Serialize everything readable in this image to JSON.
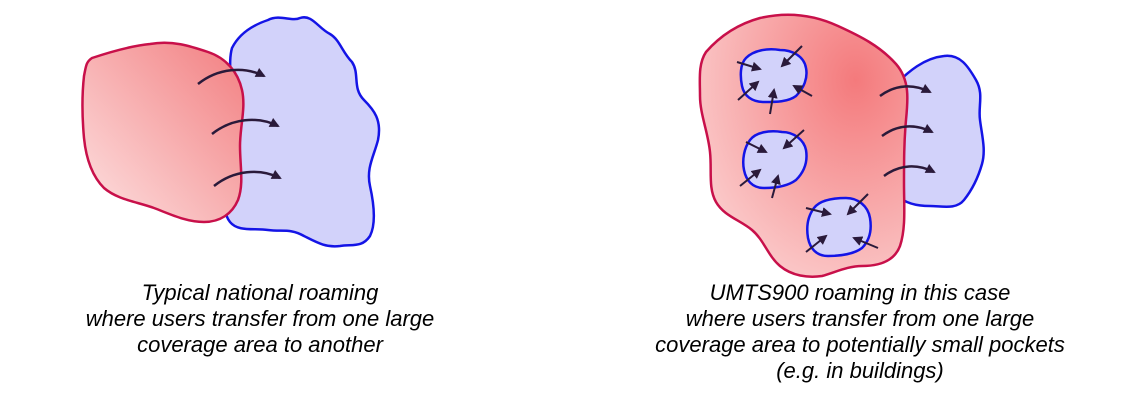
{
  "captions": {
    "left": {
      "line1": "Typical national roaming",
      "line2": "where users transfer from one large",
      "line3": "coverage area to another"
    },
    "right": {
      "line1": "UMTS900 roaming in this case",
      "line2": "where users transfer from one large",
      "line3": "coverage area to potentially small pockets",
      "line4": "(e.g. in buildings)"
    }
  },
  "colors": {
    "red_fill": "#f48a8a",
    "red_fill_light": "#fde0e0",
    "red_stroke": "#c8104a",
    "blue_fill": "#d2d2fa",
    "blue_stroke": "#1414e6",
    "arrow": "#2a1a3a"
  }
}
